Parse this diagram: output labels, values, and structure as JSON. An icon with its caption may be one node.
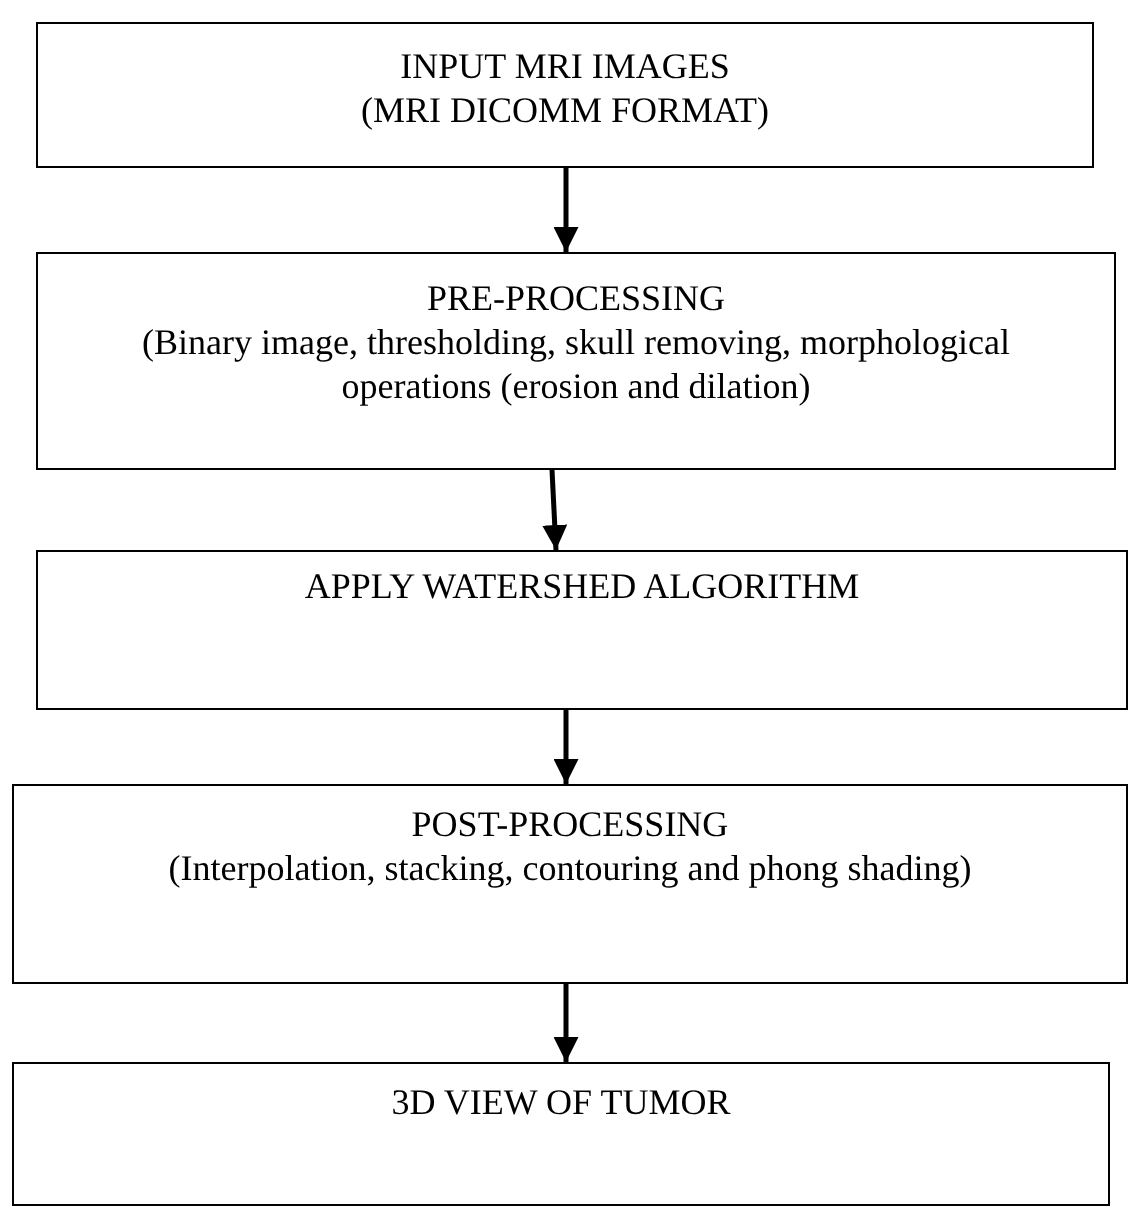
{
  "diagram": {
    "nodes": [
      {
        "text": [
          "INPUT MRI IMAGES",
          "(MRI DICOMM FORMAT)"
        ]
      },
      {
        "text": [
          "PRE-PROCESSING",
          "(Binary image, thresholding, skull removing, morphological operations (erosion and dilation)"
        ]
      },
      {
        "text": [
          "APPLY WATERSHED ALGORITHM"
        ]
      },
      {
        "text": [
          "POST-PROCESSING",
          "(Interpolation, stacking, contouring and phong shading)"
        ]
      },
      {
        "text": [
          "3D VIEW OF TUMOR"
        ]
      }
    ],
    "edges": [
      {
        "from": 0,
        "to": 1,
        "arrow": "to"
      },
      {
        "from": 1,
        "to": 2,
        "arrow": "to"
      },
      {
        "from": 2,
        "to": 3,
        "arrow": "to"
      },
      {
        "from": 3,
        "to": 4,
        "arrow": "to"
      }
    ]
  }
}
